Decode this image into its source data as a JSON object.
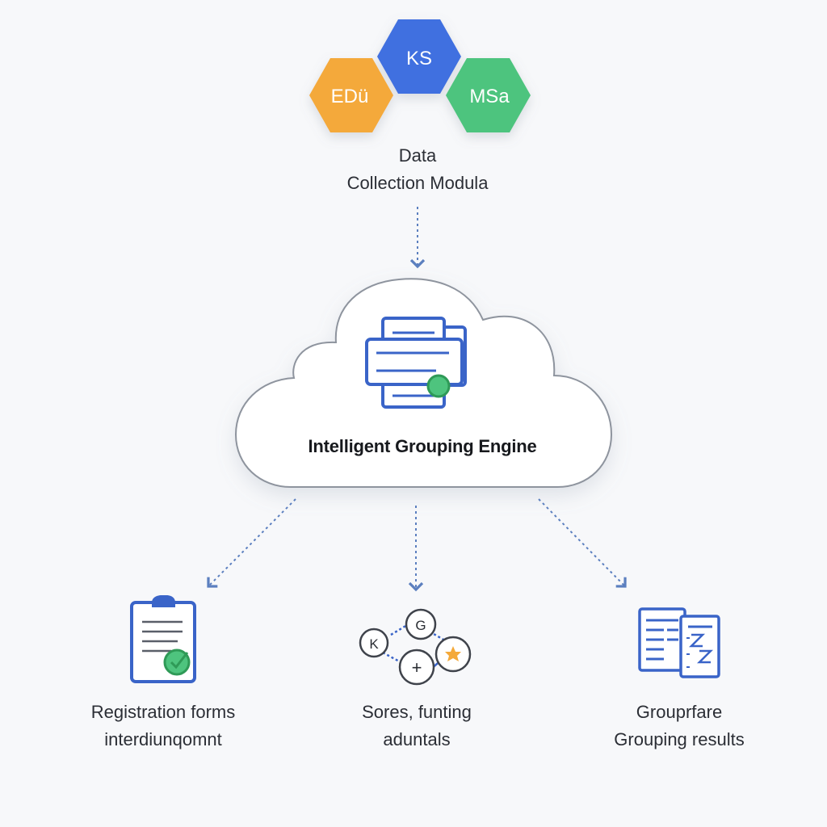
{
  "modules": {
    "hex_left": "EDü",
    "hex_top": "KS",
    "hex_right": "MSa",
    "label_line1": "Data",
    "label_line2": "Collection Modula"
  },
  "engine": {
    "title": "Intelligent Grouping Engine"
  },
  "outputs": {
    "left_line1": "Registration forms",
    "left_line2": "interdiunqomnt",
    "center_line1": "Sores, funting",
    "center_line2": "aduntals",
    "right_line1": "Grouprfare",
    "right_line2": "Grouping results",
    "center_node_k": "K",
    "center_node_g": "G",
    "center_node_plus": "+"
  },
  "colors": {
    "hex_left": "#f4a93a",
    "hex_top": "#3f6fe0",
    "hex_right": "#4ec47e",
    "accent_blue": "#3a64c8",
    "accent_green": "#3cb66a",
    "arrow": "#5b7fbf"
  }
}
